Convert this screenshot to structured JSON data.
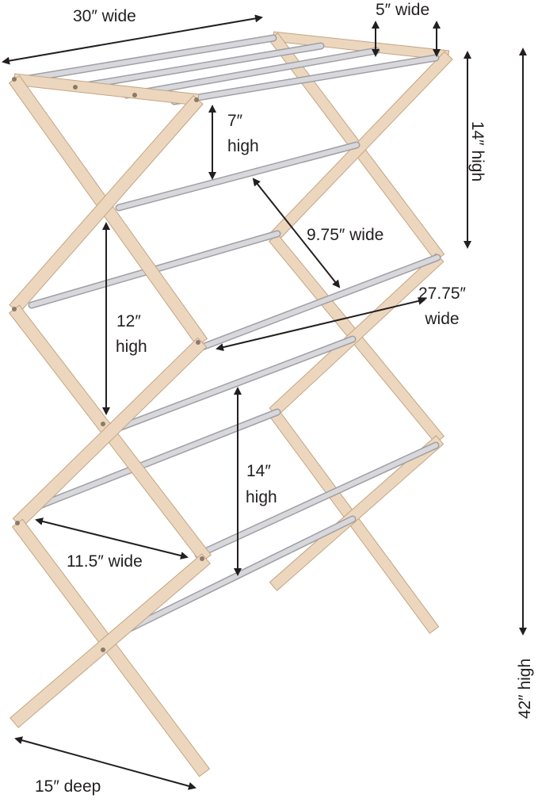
{
  "colors": {
    "wood": "#ecd7be",
    "wood_edge": "#c4a482",
    "rod": "#d8d8dc",
    "rod_edge": "#9fa0a6",
    "arrow": "#231f20",
    "text": "#231f20"
  },
  "labels": {
    "top_width": "30″ wide",
    "top_depth": "5″ wide",
    "top_height_spacing_1": "7″",
    "top_height_spacing_2": "high",
    "top_section_height": "14″ high",
    "middle_depth": "9.75″ wide",
    "lower_width_1": "27.75″",
    "lower_width_2": "wide",
    "middle_height_1": "12″",
    "middle_height_2": "high",
    "lower_height_1": "14″",
    "lower_height_2": "high",
    "bottom_depth": "11.5″ wide",
    "total_height": "42″ high",
    "base_depth": "15″ deep"
  }
}
